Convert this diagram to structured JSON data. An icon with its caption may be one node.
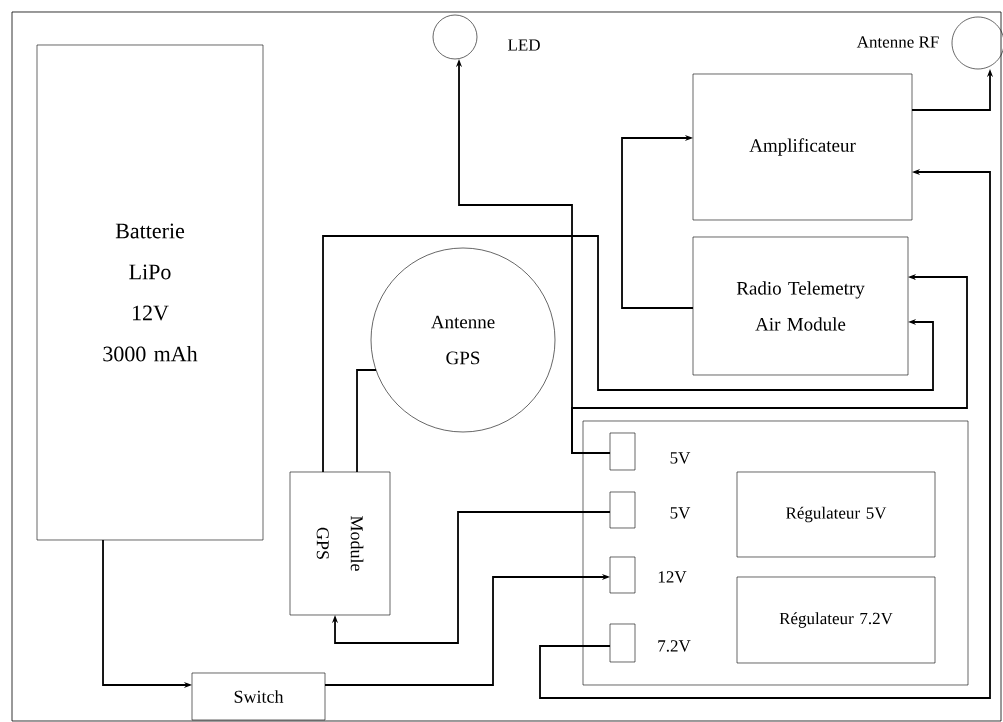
{
  "diagram": {
    "nodes": [
      {
        "text": [
          "Batterie",
          "LiPo",
          "12V",
          "3000 mAh"
        ]
      },
      {
        "text": [],
        "shape": "circle",
        "beside": [
          "LED"
        ]
      },
      {
        "text": [],
        "shape": "circle",
        "beside": [
          "Antenne RF"
        ]
      },
      {
        "text": [
          "Amplificateur"
        ]
      },
      {
        "text": [
          "Radio Telemetry",
          "Air Module"
        ]
      },
      {
        "text": [
          "Antenne GPS"
        ]
      },
      {
        "text": [
          "Module GPS"
        ]
      },
      {
        "text": [],
        "shape": "box"
      },
      {
        "text": [],
        "shape": "box",
        "in": 7,
        "beside": [
          "5V"
        ]
      },
      {
        "text": [],
        "shape": "box",
        "in": 7,
        "beside": [
          "5V"
        ]
      },
      {
        "text": [],
        "shape": "box",
        "in": 7,
        "beside": [
          "12V"
        ]
      },
      {
        "text": [],
        "shape": "box",
        "in": 7,
        "beside": [
          "7.2V"
        ]
      },
      {
        "text": [
          "Régulateur 5V"
        ],
        "in": 7
      },
      {
        "text": [
          "Régulateur 7.2V"
        ],
        "in": 7
      },
      {
        "text": [
          "Switch"
        ]
      }
    ],
    "edges": [
      {
        "from": 0,
        "to": 14,
        "arrow": "to"
      },
      {
        "from": 14,
        "to": 10,
        "arrow": "to"
      },
      {
        "from": 9,
        "to": 6,
        "arrow": "to"
      },
      {
        "from": 6,
        "to": 4,
        "arrow": "to"
      },
      {
        "from": 6,
        "to": 5,
        "arrow": "none"
      },
      {
        "from": 8,
        "to": 1,
        "arrow": "to"
      },
      {
        "from": 8,
        "to": 4,
        "arrow": "to"
      },
      {
        "from": 11,
        "to": 3,
        "arrow": "to"
      },
      {
        "from": 4,
        "to": 3,
        "arrow": "to"
      },
      {
        "from": 3,
        "to": 2,
        "arrow": "to"
      }
    ]
  }
}
